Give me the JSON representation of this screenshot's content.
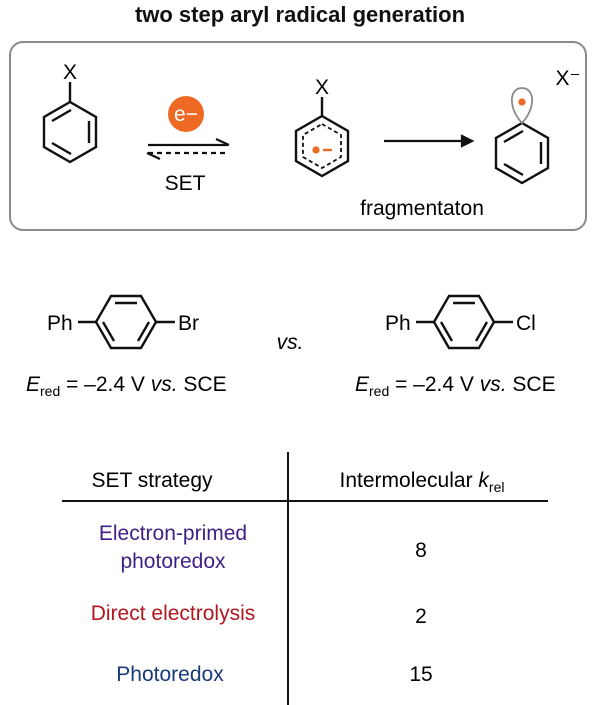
{
  "title": "two step aryl radical generation",
  "scheme": {
    "substituent": "X",
    "electron": "e−",
    "set_label": "SET",
    "fragmentation_label": "fragmentaton",
    "radical_anion_charge": "–",
    "anion": "X⁻"
  },
  "comparison": {
    "left": {
      "ph": "Ph",
      "halogen": "Br",
      "e_symbol": "E",
      "e_sub": "red",
      "e_value": " = –2.4 V ",
      "vs": "vs.",
      "ref": " SCE"
    },
    "vs_label": "vs.",
    "right": {
      "ph": "Ph",
      "halogen": "Cl",
      "e_symbol": "E",
      "e_sub": "red",
      "e_value": " = –2.4 V ",
      "vs": "vs.",
      "ref": " SCE"
    }
  },
  "table": {
    "header_strategy": "SET strategy",
    "header_rate_main": "Intermolecular ",
    "header_rate_k": "k",
    "header_rate_sub": "rel",
    "rows": [
      {
        "strategy_line1": "Electron-primed",
        "strategy_line2": "photoredox",
        "value": "8",
        "color": "#3f1f86"
      },
      {
        "strategy_line1": "Direct electrolysis",
        "strategy_line2": "",
        "value": "2",
        "color": "#b0171f"
      },
      {
        "strategy_line1": "Photoredox",
        "strategy_line2": "",
        "value": "15",
        "color": "#173a7a"
      }
    ]
  },
  "colors": {
    "accent_orange": "#ee6a24",
    "frame_gray": "#8a8a8a"
  }
}
